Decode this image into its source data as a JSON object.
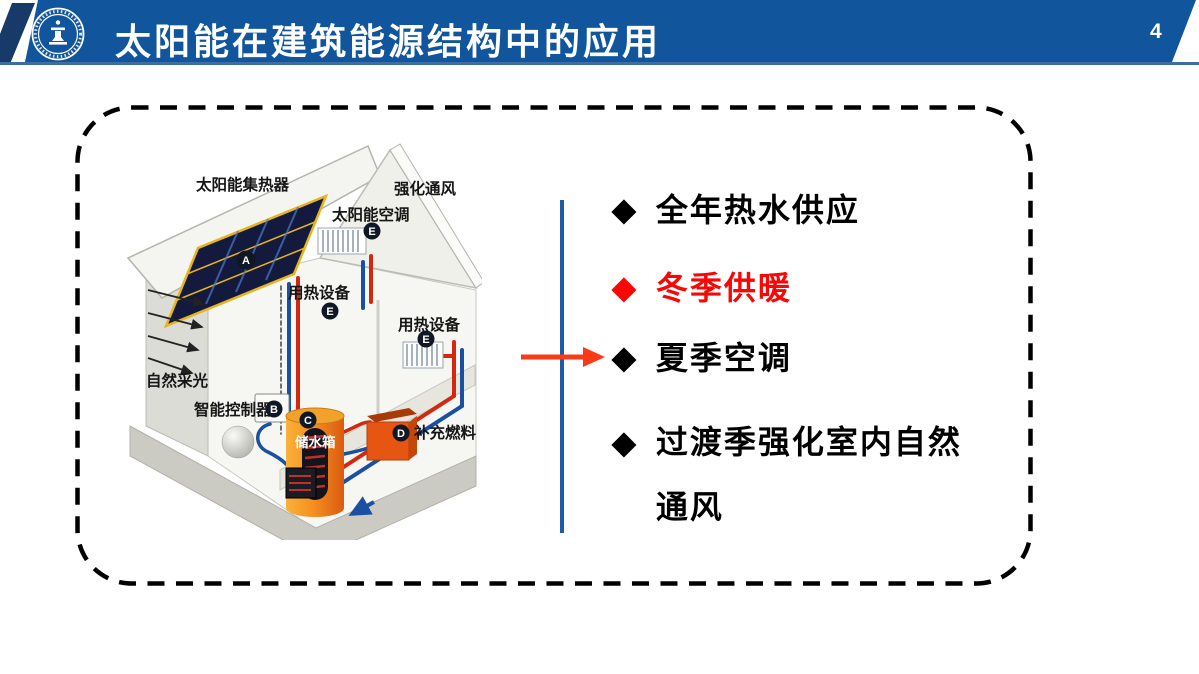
{
  "header": {
    "title": "太阳能在建筑能源结构中的应用",
    "page_number": "4"
  },
  "logo": {
    "name": "shanghai-jiaotong-university-seal"
  },
  "list": {
    "bullet_glyph": "◆",
    "items": [
      {
        "label": "全年热水供应",
        "emphasis": false
      },
      {
        "label": "冬季供暖",
        "emphasis": true
      },
      {
        "label": "夏季空调",
        "emphasis": false
      },
      {
        "label": "过渡季强化室内自然通风",
        "emphasis": false
      }
    ]
  },
  "colors": {
    "header_bar": "#11559c",
    "header_accent": "#173a68",
    "header_underline": "#3f6da6",
    "emphasis_red": "#f90606",
    "arrow_red": "#fb3b18",
    "divider_blue": "#1e5ca8",
    "dashed_border": "#000000"
  },
  "illustration": {
    "labels": {
      "solar_collector": "太阳能集热器",
      "enhanced_ventilation": "强化通风",
      "solar_ac": "太阳能空调",
      "heat_device_upper": "用热设备",
      "heat_device_lower": "用热设备",
      "natural_daylight": "自然采光",
      "smart_controller": "智能控制器",
      "water_tank": "储水箱",
      "supplementary_fuel": "补充燃料"
    },
    "badges": {
      "a": "A",
      "b": "B",
      "c": "C",
      "d": "D",
      "e": "E"
    }
  }
}
